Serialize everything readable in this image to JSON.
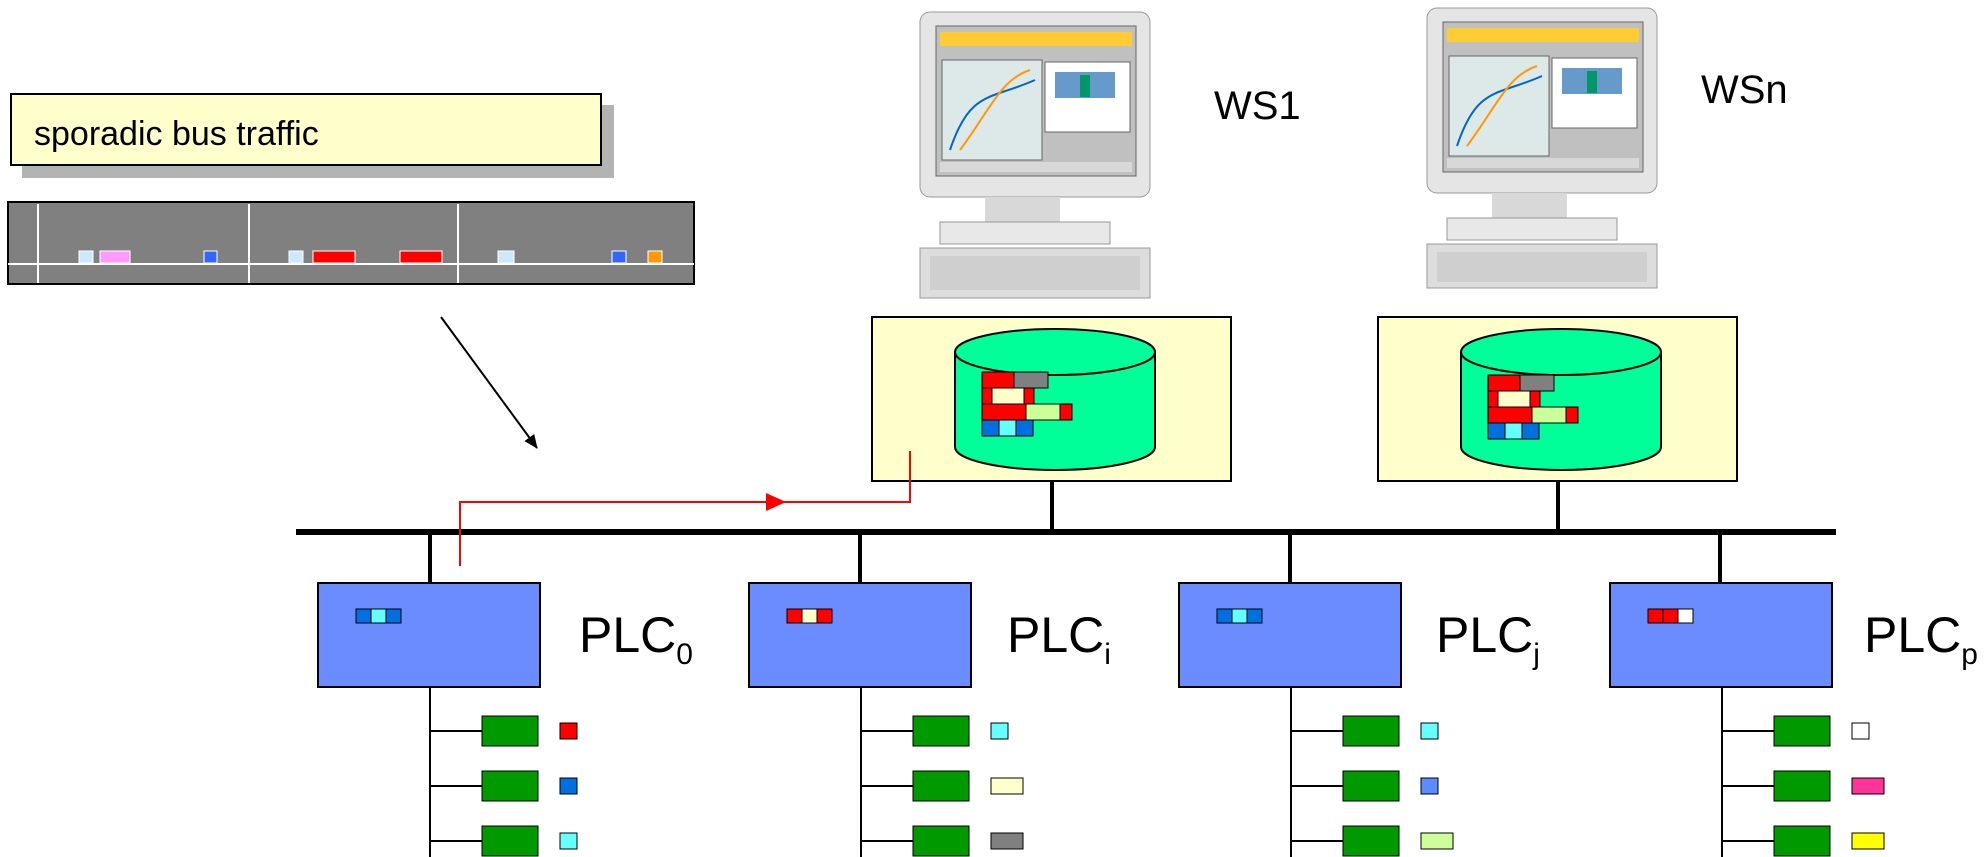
{
  "sporadic_label": "sporadic bus traffic",
  "workstations": [
    {
      "label": "WS1"
    },
    {
      "label": "WSn"
    }
  ],
  "plcs": [
    {
      "name": "PLC",
      "sub": "0"
    },
    {
      "name": "PLC",
      "sub": "i"
    },
    {
      "name": "PLC",
      "sub": "j"
    },
    {
      "name": "PLC",
      "sub": "p"
    }
  ],
  "colors": {
    "bus": "#000000",
    "plc_box": "#6b8cff",
    "database": "#00ff99",
    "station_box": "#ffffcc",
    "io_module": "#009900",
    "traffic_bar": "#808080",
    "message_path": "#ff0000"
  },
  "io_indicator_colors": [
    [
      "#ff0000",
      "#0070e0",
      "#66ffff"
    ],
    [
      "#66ffff",
      "#ffffcc",
      "#808080"
    ],
    [
      "#66ffff",
      "#5b8cff",
      "#ccff99"
    ],
    [
      "#ffffff",
      "#ff3399",
      "#ffff00"
    ]
  ],
  "icons": [
    "workstation-computer-icon",
    "database-cylinder-icon",
    "arrow-icon"
  ]
}
